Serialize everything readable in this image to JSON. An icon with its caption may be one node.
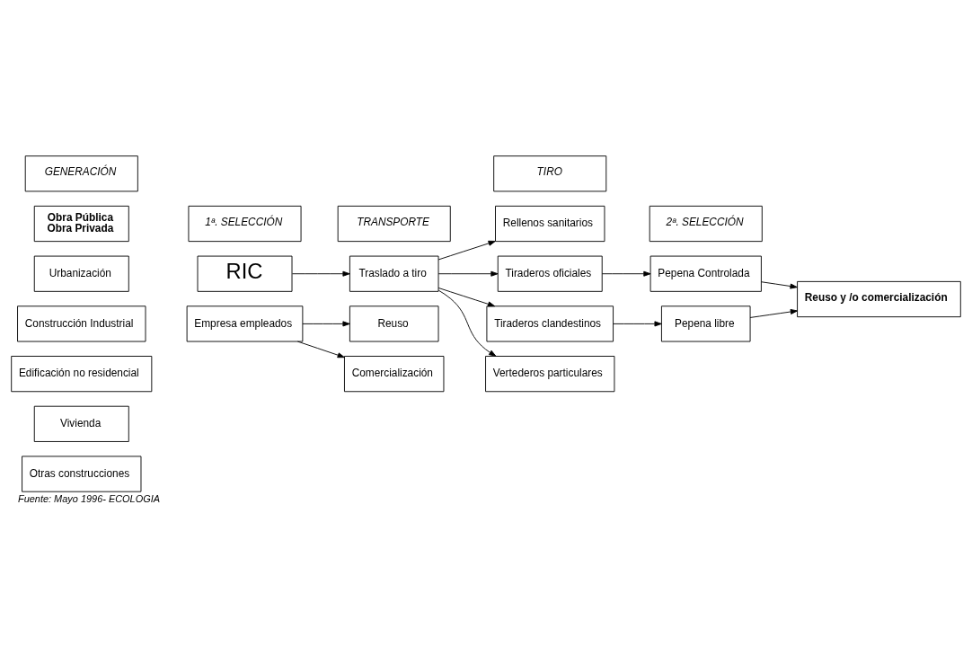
{
  "diagram": {
    "caption": "Fuente: Mayo 1996- ECOLOGIA",
    "nodes": [
      {
        "text": [
          "GENERACIÓN"
        ]
      },
      {
        "text": [
          "1ª. SELECCIÓN"
        ]
      },
      {
        "text": [
          "TRANSPORTE"
        ]
      },
      {
        "text": [
          "TIRO"
        ]
      },
      {
        "text": [
          "2ª. SELECCIÓN"
        ]
      },
      {
        "text": [
          "Obra Pública",
          "Obra Privada"
        ]
      },
      {
        "text": [
          "Urbanización"
        ]
      },
      {
        "text": [
          "Construcción Industrial"
        ]
      },
      {
        "text": [
          "Edificación no residencial"
        ]
      },
      {
        "text": [
          "Vivienda"
        ]
      },
      {
        "text": [
          "Otras construcciones"
        ]
      },
      {
        "text": [
          "RIC"
        ]
      },
      {
        "text": [
          "Empresa empleados"
        ]
      },
      {
        "text": [
          "Traslado a tiro"
        ]
      },
      {
        "text": [
          "Reuso"
        ]
      },
      {
        "text": [
          "Comercialización"
        ]
      },
      {
        "text": [
          "Rellenos sanitarios"
        ]
      },
      {
        "text": [
          "Tiraderos oficiales"
        ]
      },
      {
        "text": [
          "Tiraderos clandestinos"
        ]
      },
      {
        "text": [
          "Vertederos particulares"
        ]
      },
      {
        "text": [
          "Pepena Controlada"
        ]
      },
      {
        "text": [
          "Pepena libre"
        ]
      },
      {
        "text": [
          "Reuso y /o comercialización"
        ]
      }
    ],
    "edges": [
      {
        "from": 11,
        "to": 13,
        "arrow": "to"
      },
      {
        "from": 12,
        "to": 14,
        "arrow": "to"
      },
      {
        "from": 12,
        "to": 15,
        "arrow": "to"
      },
      {
        "from": 13,
        "to": 16,
        "arrow": "to"
      },
      {
        "from": 13,
        "to": 17,
        "arrow": "to"
      },
      {
        "from": 13,
        "to": 18,
        "arrow": "to"
      },
      {
        "from": 13,
        "to": 19,
        "arrow": "to"
      },
      {
        "from": 17,
        "to": 20,
        "arrow": "to"
      },
      {
        "from": 18,
        "to": 21,
        "arrow": "to"
      },
      {
        "from": 20,
        "to": 22,
        "arrow": "to"
      },
      {
        "from": 21,
        "to": 22,
        "arrow": "to"
      }
    ]
  }
}
